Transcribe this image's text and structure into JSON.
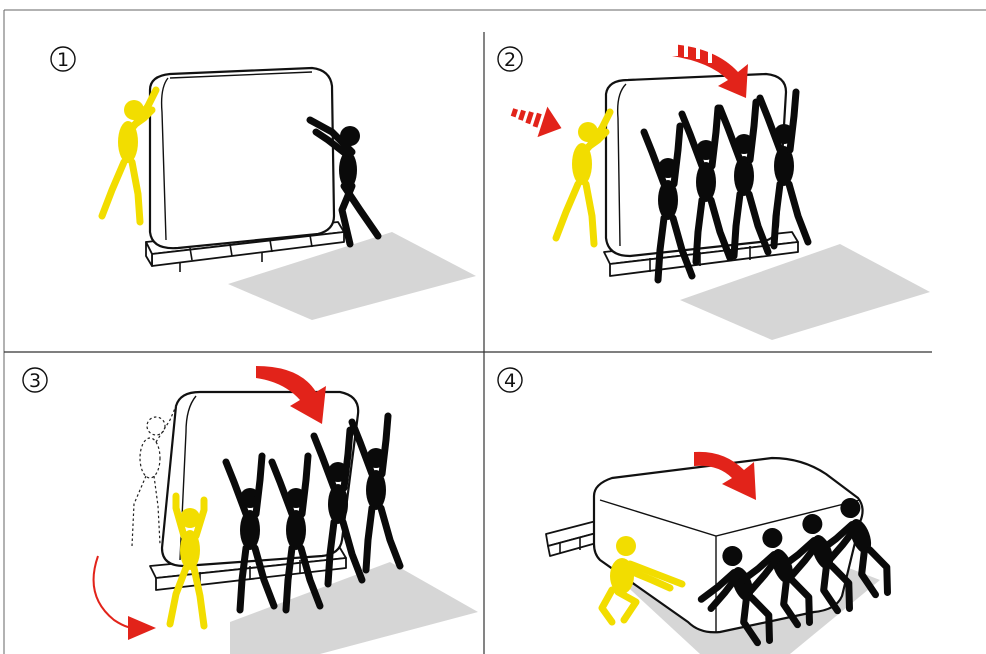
{
  "steps": [
    {
      "number": "1"
    },
    {
      "number": "2"
    },
    {
      "number": "3"
    },
    {
      "number": "4"
    }
  ],
  "colors": {
    "lead_person": "#f2dd00",
    "helpers": "#0a0a0a",
    "arrows": "#e2231a",
    "floor_shadow": "#d6d6d6",
    "grid_lines": "#333333"
  },
  "icons": [
    "circled-number",
    "cabinet-on-pallet",
    "yellow-person",
    "black-person",
    "red-arrow",
    "dashed-ghost-person",
    "floor-shadow"
  ]
}
